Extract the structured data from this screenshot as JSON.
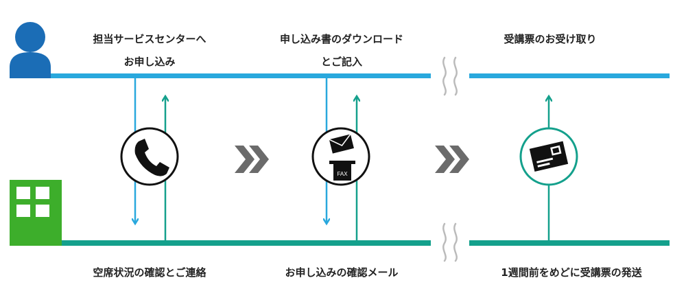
{
  "colors": {
    "top_line": "#29a8dd",
    "bottom_line": "#14a08c",
    "person": "#1b6db6",
    "building": "#3dae2b",
    "arrow_gray": "#6b6b6b",
    "text": "#222222"
  },
  "icons": {
    "person": "person-icon",
    "building": "building-icon",
    "phone": "phone-icon",
    "mail_fax": "mail-fax-icon",
    "ticket": "ticket-card-icon",
    "chevrons": "double-chevron-right-icon",
    "break": "wavy-break-icon"
  },
  "customer_steps": [
    {
      "line1": "担当サービスセンターへ",
      "line2": "お申し込み"
    },
    {
      "line1": "申し込み書のダウンロード",
      "line2": "とご記入"
    },
    {
      "line1": "受講票のお受け取り",
      "line2": ""
    }
  ],
  "center_steps": [
    {
      "label": "空席状況の確認とご連絡"
    },
    {
      "label": "お申し込みの確認メール"
    },
    {
      "label": "1週間前をめどに受講票の発送"
    }
  ],
  "fax_label": "FAX"
}
